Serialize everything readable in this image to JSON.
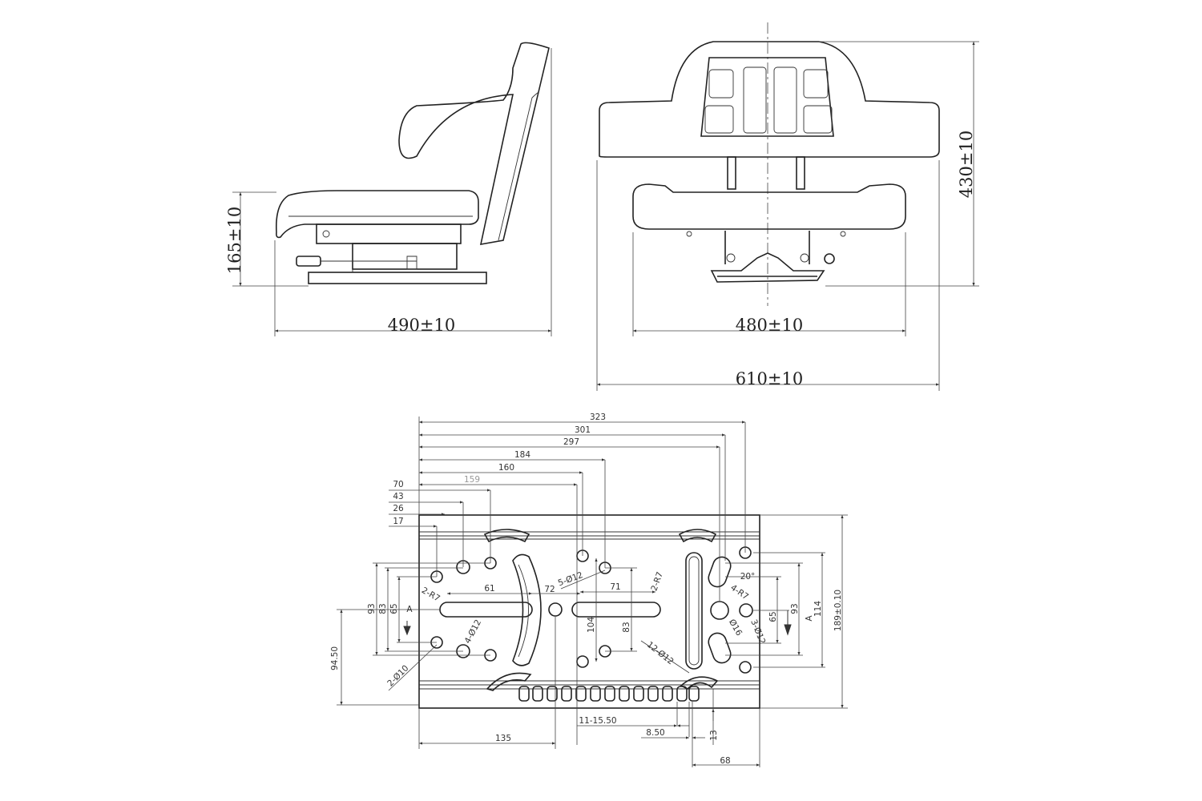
{
  "side_view": {
    "height_dim": "165±10",
    "depth_dim": "490±10"
  },
  "front_view": {
    "seat_width_dim": "480±10",
    "overall_width_dim": "610±10",
    "height_dim": "430±10"
  },
  "bottom_view": {
    "top_dims": [
      "323",
      "301",
      "297",
      "184",
      "160",
      "159",
      "70",
      "43",
      "26",
      "17"
    ],
    "left_dims": [
      "93",
      "83",
      "65",
      "A",
      "94.50"
    ],
    "callouts": {
      "slot_radius_left": "2-R7",
      "slot_radius_right": "2-R7",
      "holes_5": "5-Ø12",
      "holes_4": "4-Ø12",
      "holes_2": "2-Ø10",
      "holes_12": "12-Ø12",
      "angle": "20°",
      "slot_radius_4": "4-R7",
      "hole_16": "Ø16",
      "holes_3": "3-Ø12"
    },
    "inner_dims": {
      "d61": "61",
      "d72": "72",
      "d71": "71",
      "d104": "104",
      "d83": "83"
    },
    "bottom_dims": {
      "d135": "135",
      "pitch": "11-15.50",
      "d850": "8.50",
      "d13": "13",
      "d68": "68"
    },
    "right_dims": [
      "65",
      "93",
      "A",
      "114",
      "189±0.10"
    ]
  }
}
